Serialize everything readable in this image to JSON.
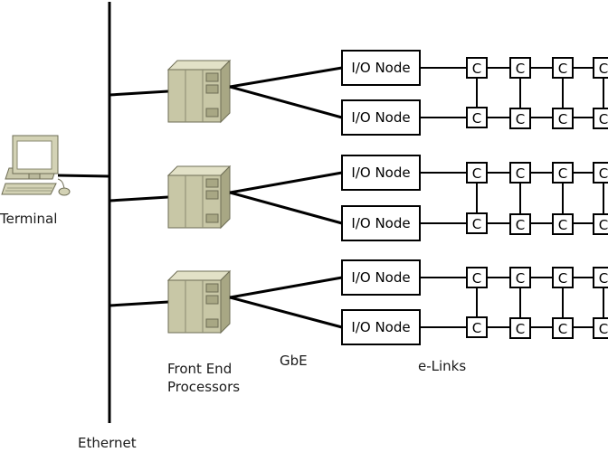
{
  "labels": {
    "terminal": "Terminal",
    "ethernet": "Ethernet",
    "fep_line1": "Front End",
    "fep_line2": "Processors",
    "gbe": "GbE",
    "elinks": "e-Links"
  },
  "io_node_label": "I/O Node",
  "chip_label": "C",
  "groups": [
    {
      "io_nodes": [
        "I/O Node",
        "I/O Node"
      ]
    },
    {
      "io_nodes": [
        "I/O Node",
        "I/O Node"
      ]
    },
    {
      "io_nodes": [
        "I/O Node",
        "I/O Node"
      ]
    }
  ],
  "colors": {
    "line": "#000000",
    "fep_face": "#c8c7a6",
    "fep_dark": "#a8a784",
    "fep_light": "#e2e1c7",
    "terminal_body": "#d3d2b5",
    "terminal_screen": "#ffffff"
  }
}
